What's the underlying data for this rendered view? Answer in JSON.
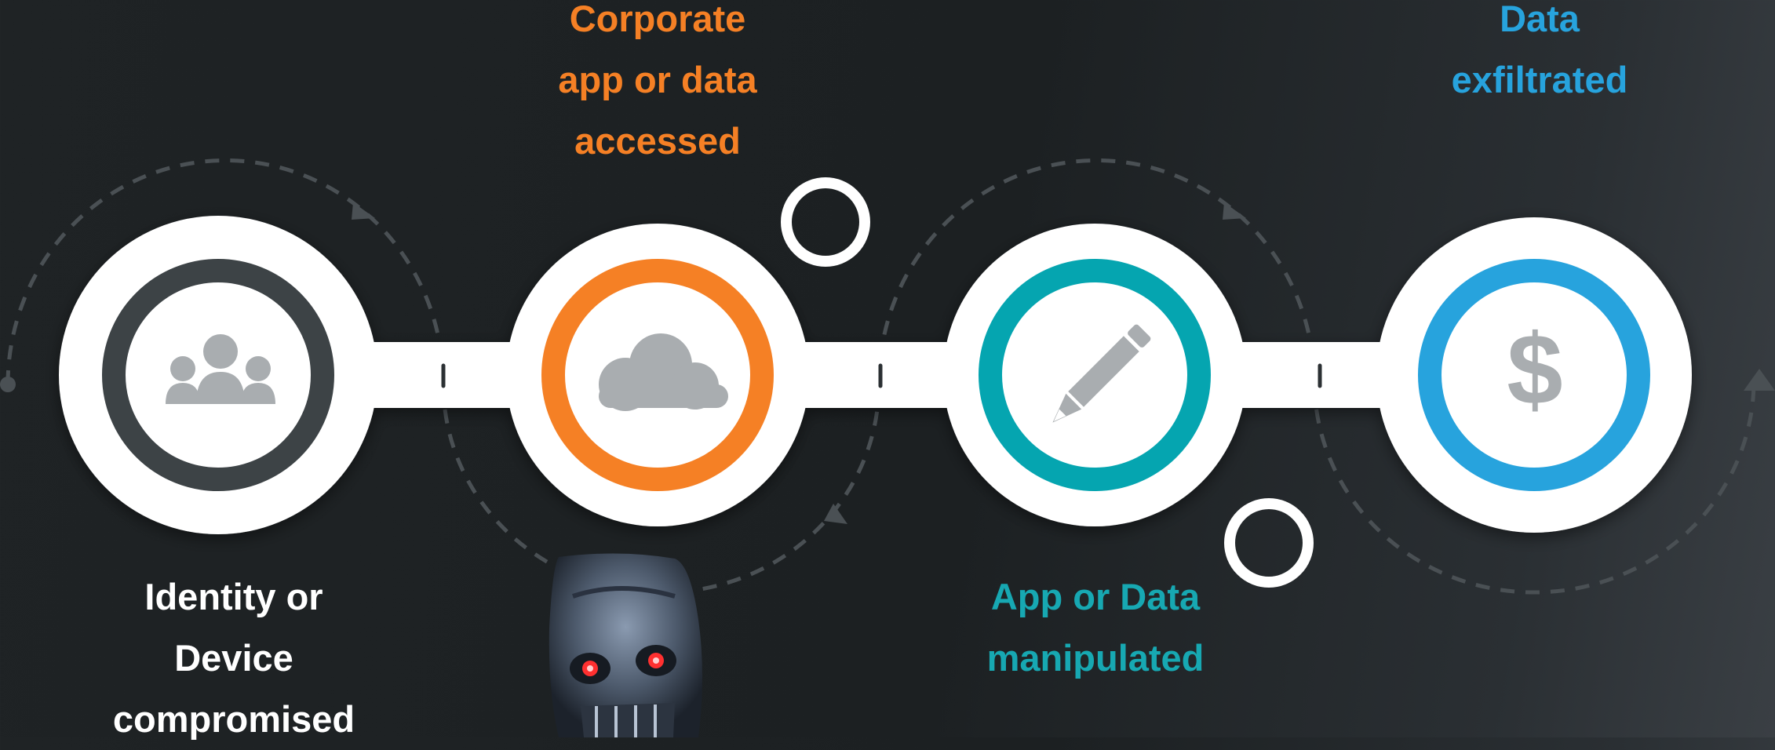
{
  "stages": [
    {
      "lines": [
        "Identity or",
        "Device",
        "compromised"
      ],
      "color": "#ffffff",
      "ring_color": "#3d4346",
      "icon": "people-icon"
    },
    {
      "lines": [
        "Corporate",
        "app or data",
        "accessed"
      ],
      "color": "#f58025",
      "ring_color": "#f58025",
      "icon": "cloud-icon"
    },
    {
      "lines": [
        "App or Data",
        "manipulated"
      ],
      "color": "#17a8b2",
      "ring_color": "#05a5b0",
      "icon": "pencil-icon"
    },
    {
      "lines": [
        "Data",
        "exfiltrated"
      ],
      "color": "#27a3dd",
      "ring_color": "#27a3dd",
      "icon": "dollar-icon"
    }
  ],
  "colors": {
    "background": "#1f2325",
    "track": "#ffffff",
    "icon_fill": "#a9adb0",
    "dashed_arc": "#4a5054"
  },
  "decoration": "robot-skull-image"
}
